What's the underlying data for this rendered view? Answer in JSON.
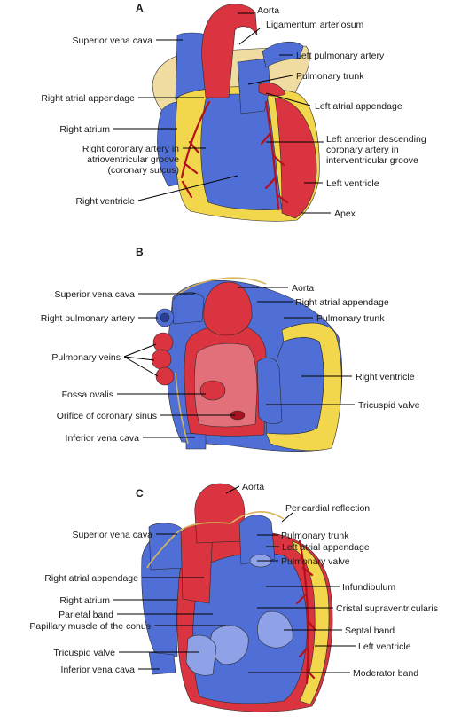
{
  "colors": {
    "blue": "#4f6fd6",
    "blue_light": "#8fa2e8",
    "red": "#d9343f",
    "red_dark": "#a8121f",
    "yellow": "#f2d64b",
    "pink": "#e2707a",
    "vessel_red": "#b4111c",
    "pale_yellow": "#f0dca0"
  },
  "panels": [
    {
      "letter": "A",
      "labels": [
        {
          "text": "Aorta"
        },
        {
          "text": "Ligamentum arteriosum"
        },
        {
          "text": "Superior vena cava"
        },
        {
          "text": "Left pulmonary artery"
        },
        {
          "text": "Pulmonary trunk"
        },
        {
          "text": "Right atrial appendage"
        },
        {
          "text": "Left atrial appendage"
        },
        {
          "text": "Right atrium"
        },
        {
          "text": [
            "Right coronary artery in",
            "atrioventricular groove",
            "(coronary sulcus)"
          ]
        },
        {
          "text": [
            "Left anterior descending",
            "coronary artery in",
            "interventricular groove"
          ]
        },
        {
          "text": "Left ventricle"
        },
        {
          "text": "Right ventricle"
        },
        {
          "text": "Apex"
        }
      ]
    },
    {
      "letter": "B",
      "labels": [
        {
          "text": "Aorta"
        },
        {
          "text": "Superior vena cava"
        },
        {
          "text": "Right atrial appendage"
        },
        {
          "text": "Right pulmonary artery"
        },
        {
          "text": "Pulmonary trunk"
        },
        {
          "text": "Pulmonary veins"
        },
        {
          "text": "Right ventricle"
        },
        {
          "text": "Fossa ovalis"
        },
        {
          "text": "Tricuspid valve"
        },
        {
          "text": "Orifice of coronary sinus"
        },
        {
          "text": "Inferior vena cava"
        }
      ]
    },
    {
      "letter": "C",
      "labels": [
        {
          "text": "Aorta"
        },
        {
          "text": "Pericardial reflection"
        },
        {
          "text": "Superior vena cava"
        },
        {
          "text": "Pulmonary trunk"
        },
        {
          "text": "Left atrial appendage"
        },
        {
          "text": "Pulmonary valve"
        },
        {
          "text": "Right atrial appendage"
        },
        {
          "text": "Infundibulum"
        },
        {
          "text": "Right atrium"
        },
        {
          "text": "Cristal supraventricularis"
        },
        {
          "text": "Parietal band"
        },
        {
          "text": "Papillary muscle of the conus"
        },
        {
          "text": "Septal band"
        },
        {
          "text": "Left ventricle"
        },
        {
          "text": "Tricuspid valve"
        },
        {
          "text": "Inferior vena cava"
        },
        {
          "text": "Moderator band"
        }
      ]
    }
  ]
}
